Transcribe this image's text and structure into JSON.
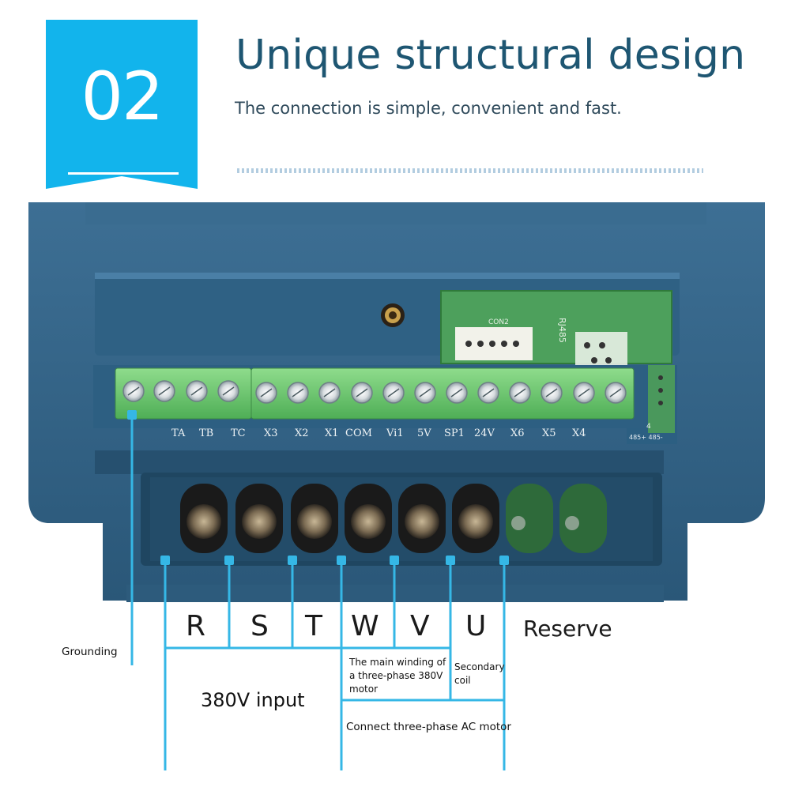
{
  "header": {
    "badge_number": "02",
    "title": "Unique structural design",
    "subtitle": "The connection is simple, convenient and fast."
  },
  "control_terminals": [
    "TA",
    "TB",
    "TC",
    "X3",
    "X2",
    "X1",
    "COM",
    "Vi1",
    "5V",
    "SP1",
    "24V",
    "X6",
    "X5",
    "X4"
  ],
  "board_labels": {
    "connector": "CON2",
    "port": "RJ485"
  },
  "power_terminals": [
    "R",
    "S",
    "T",
    "W",
    "V",
    "U"
  ],
  "labels": {
    "reserve": "Reserve",
    "grounding": "Grounding",
    "input": "380V input",
    "main_winding_1": "The main winding of",
    "main_winding_2": "a three-phase 380V",
    "main_winding_3": "motor",
    "secondary_1": "Secondary",
    "secondary_2": "coil",
    "connect_motor": "Connect three-phase AC motor"
  },
  "colors": {
    "badge": "#12b4ec",
    "housing": "#2e5f83",
    "terminal_green": "#6ccb6f",
    "leader": "#35b7e6",
    "title": "#1e5672"
  }
}
